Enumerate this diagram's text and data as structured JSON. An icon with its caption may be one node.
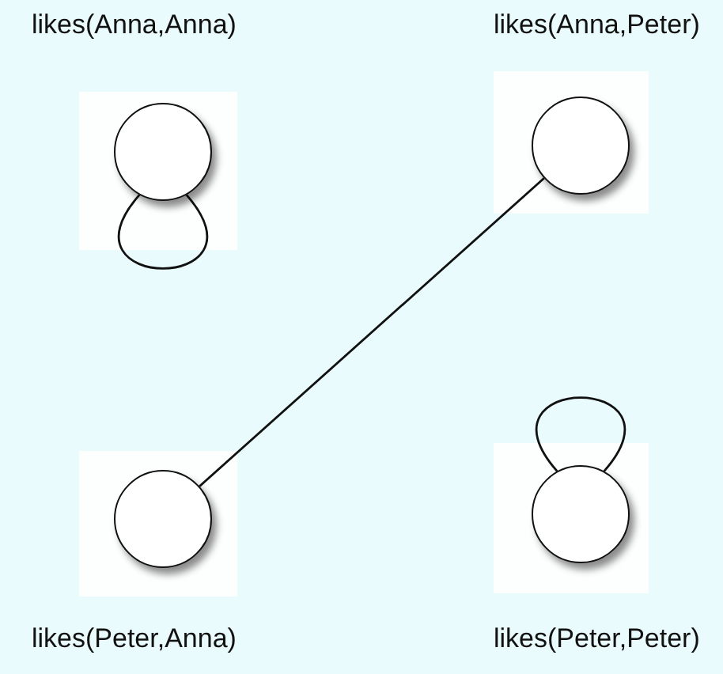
{
  "diagram": {
    "nodes": [
      {
        "text": [],
        "shape": "circle",
        "beside": [
          "likes(Anna,Anna)"
        ]
      },
      {
        "text": [],
        "shape": "circle",
        "beside": [
          "likes(Anna,Peter)"
        ]
      },
      {
        "text": [],
        "shape": "circle",
        "beside": [
          "likes(Peter,Anna)"
        ]
      },
      {
        "text": [],
        "shape": "circle",
        "beside": [
          "likes(Peter,Peter)"
        ]
      }
    ],
    "edges": [
      {
        "from": 0,
        "to": 0,
        "arrow": "none"
      },
      {
        "from": 1,
        "to": 2,
        "arrow": "none"
      },
      {
        "from": 3,
        "to": 3,
        "arrow": "none"
      }
    ]
  }
}
